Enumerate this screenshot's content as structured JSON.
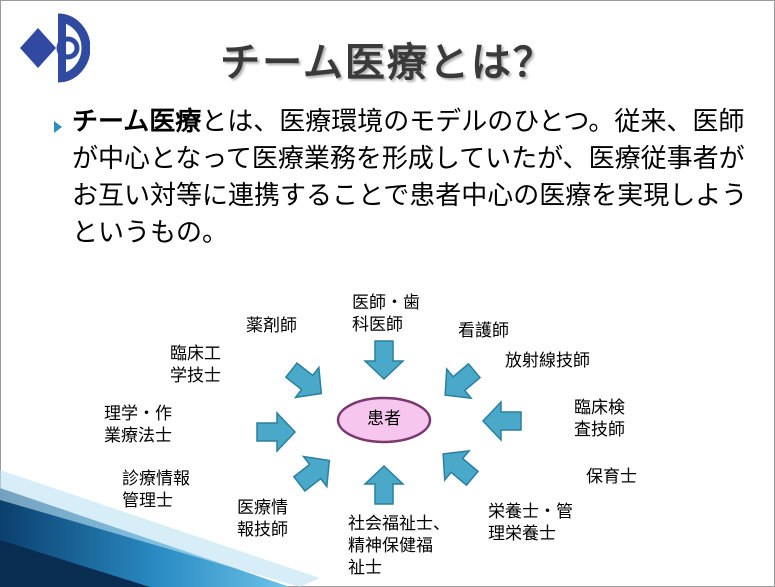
{
  "title": "チーム医療とは？",
  "body": {
    "bold_term": "チーム医療",
    "text": "とは、医療環境のモデルのひとつ。従来、医師が中心となって医療業務を形成していたが、医療従事者がお互い対等に連携することで患者中心の医療を実現しようというもの。"
  },
  "diagram": {
    "center": "患者",
    "roles": [
      "医師・歯\n科医師",
      "薬剤師",
      "看護師",
      "臨床工\n学技士",
      "放射線技師",
      "理学・作\n業療法士",
      "臨床検\n査技師",
      "診療情報\n管理士",
      "保育士",
      "医療情\n報技師",
      "社会福祉士、\n精神保健福\n祉士",
      "栄養士・管\n理栄養士"
    ]
  },
  "colors": {
    "arrow_fill": "#4aa8c8",
    "arrow_stroke": "#2b7fa0",
    "center_fill": "#f6c6ee",
    "center_stroke": "#7a3870",
    "logo_blue": "#2f4aa0"
  }
}
